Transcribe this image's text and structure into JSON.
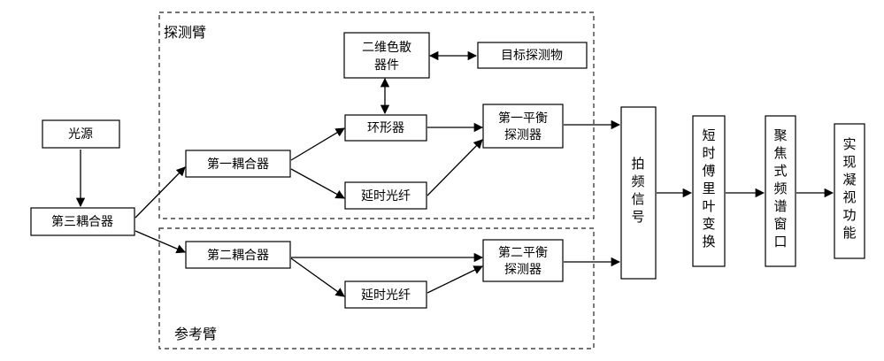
{
  "regions": {
    "probe_arm": "探测臂",
    "reference_arm": "参考臂"
  },
  "nodes": {
    "light_source": "光源",
    "third_coupler": "第三耦合器",
    "first_coupler": "第一耦合器",
    "second_coupler": "第二耦合器",
    "circulator": "环形器",
    "delay_fiber_1": "延时光纤",
    "delay_fiber_2": "延时光纤",
    "dispersion_device_line1": "二维色散",
    "dispersion_device_line2": "器件",
    "target": "目标探测物",
    "balanced_detector_1_line1": "第一平衡",
    "balanced_detector_1_line2": "探测器",
    "balanced_detector_2_line1": "第二平衡",
    "balanced_detector_2_line2": "探测器",
    "beat_signal": [
      "拍",
      "频",
      "信",
      "号"
    ],
    "stft": [
      "短",
      "时",
      "傅",
      "里",
      "叶",
      "变",
      "换"
    ],
    "focus_window": [
      "聚",
      "焦",
      "式",
      "频",
      "谱",
      "窗",
      "口"
    ],
    "function": [
      "实",
      "现",
      "凝",
      "视",
      "功",
      "能"
    ]
  }
}
